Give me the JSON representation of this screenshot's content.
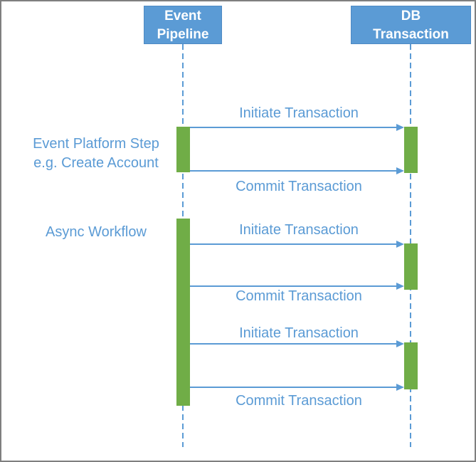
{
  "colors": {
    "blue": "#5B9BD5",
    "green": "#70AD47",
    "frame_gray": "#7f7f7f",
    "actor_text": "#ffffff"
  },
  "actors": [
    {
      "id": "event-pipeline",
      "lines": [
        "Event",
        "Pipeline"
      ]
    },
    {
      "id": "db-transaction",
      "lines": [
        "DB",
        "Transaction"
      ]
    }
  ],
  "annotations": [
    {
      "lines": [
        "Event Platform Step",
        "e.g. Create Account"
      ]
    },
    {
      "lines": [
        "Async Workflow"
      ]
    }
  ],
  "messages": [
    {
      "label": "Initiate Transaction",
      "from": "event-pipeline",
      "to": "db-transaction"
    },
    {
      "label": "Commit Transaction",
      "from": "event-pipeline",
      "to": "db-transaction"
    },
    {
      "label": "Initiate Transaction",
      "from": "event-pipeline",
      "to": "db-transaction"
    },
    {
      "label": "Commit Transaction",
      "from": "event-pipeline",
      "to": "db-transaction"
    },
    {
      "label": "Initiate Transaction",
      "from": "event-pipeline",
      "to": "db-transaction"
    },
    {
      "label": "Commit Transaction",
      "from": "event-pipeline",
      "to": "db-transaction"
    }
  ]
}
